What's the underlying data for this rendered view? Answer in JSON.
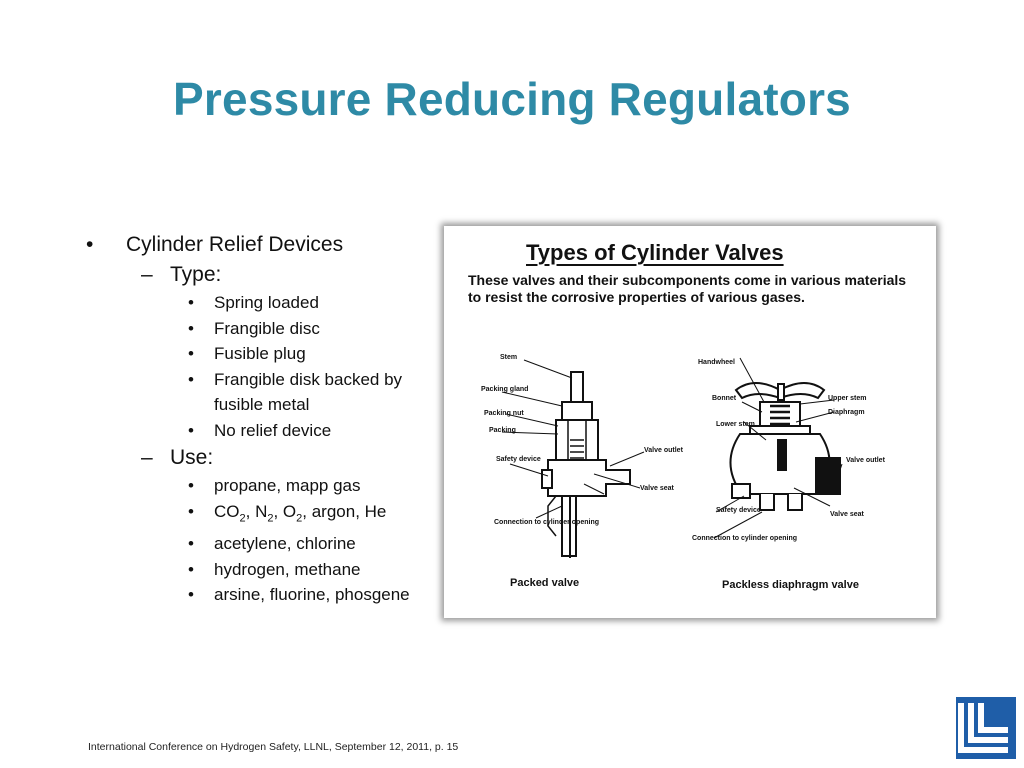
{
  "slide": {
    "title": "Pressure Reducing Regulators"
  },
  "bullets": {
    "heading": "Cylinder Relief Devices",
    "type_label": "Type:",
    "type_items": [
      "Spring loaded",
      "Frangible disc",
      "Fusible plug",
      "Frangible disk backed by fusible metal",
      "No relief device"
    ],
    "use_label": "Use:",
    "use_items": [
      "propane, mapp gas",
      "acetylene, chlorine",
      "hydrogen, methane",
      "arsine, fluorine, phosgene"
    ],
    "gases": {
      "co": "CO",
      "two": "2",
      "n": ", N",
      "o": ", O",
      "rest": ", argon, He"
    }
  },
  "figure": {
    "title": "Types of Cylinder Valves",
    "description": "These valves and their subcomponents come in various materials to resist the corrosive properties of various gases.",
    "packed": {
      "caption": "Packed valve",
      "labels": {
        "stem": "Stem",
        "packing_gland": "Packing gland",
        "packing_nut": "Packing nut",
        "packing": "Packing",
        "safety_device": "Safety device",
        "connection": "Connection to cylinder opening",
        "valve_outlet": "Valve outlet",
        "valve_seat": "Valve seat"
      }
    },
    "packless": {
      "caption": "Packless diaphragm valve",
      "labels": {
        "handwheel": "Handwheel",
        "bonnet": "Bonnet",
        "upper_stem": "Upper stem",
        "diaphragm": "Diaphragm",
        "lower_stem": "Lower stem",
        "valve_outlet": "Valve outlet",
        "safety_device": "Safety device",
        "valve_seat": "Valve seat",
        "connection": "Connection to cylinder opening"
      }
    }
  },
  "footer": {
    "text": "International Conference on Hydrogen Safety, LLNL, September 12, 2011, p. 15"
  },
  "colors": {
    "title": "#2e8aa6",
    "logo_blue": "#1f5ea8"
  }
}
